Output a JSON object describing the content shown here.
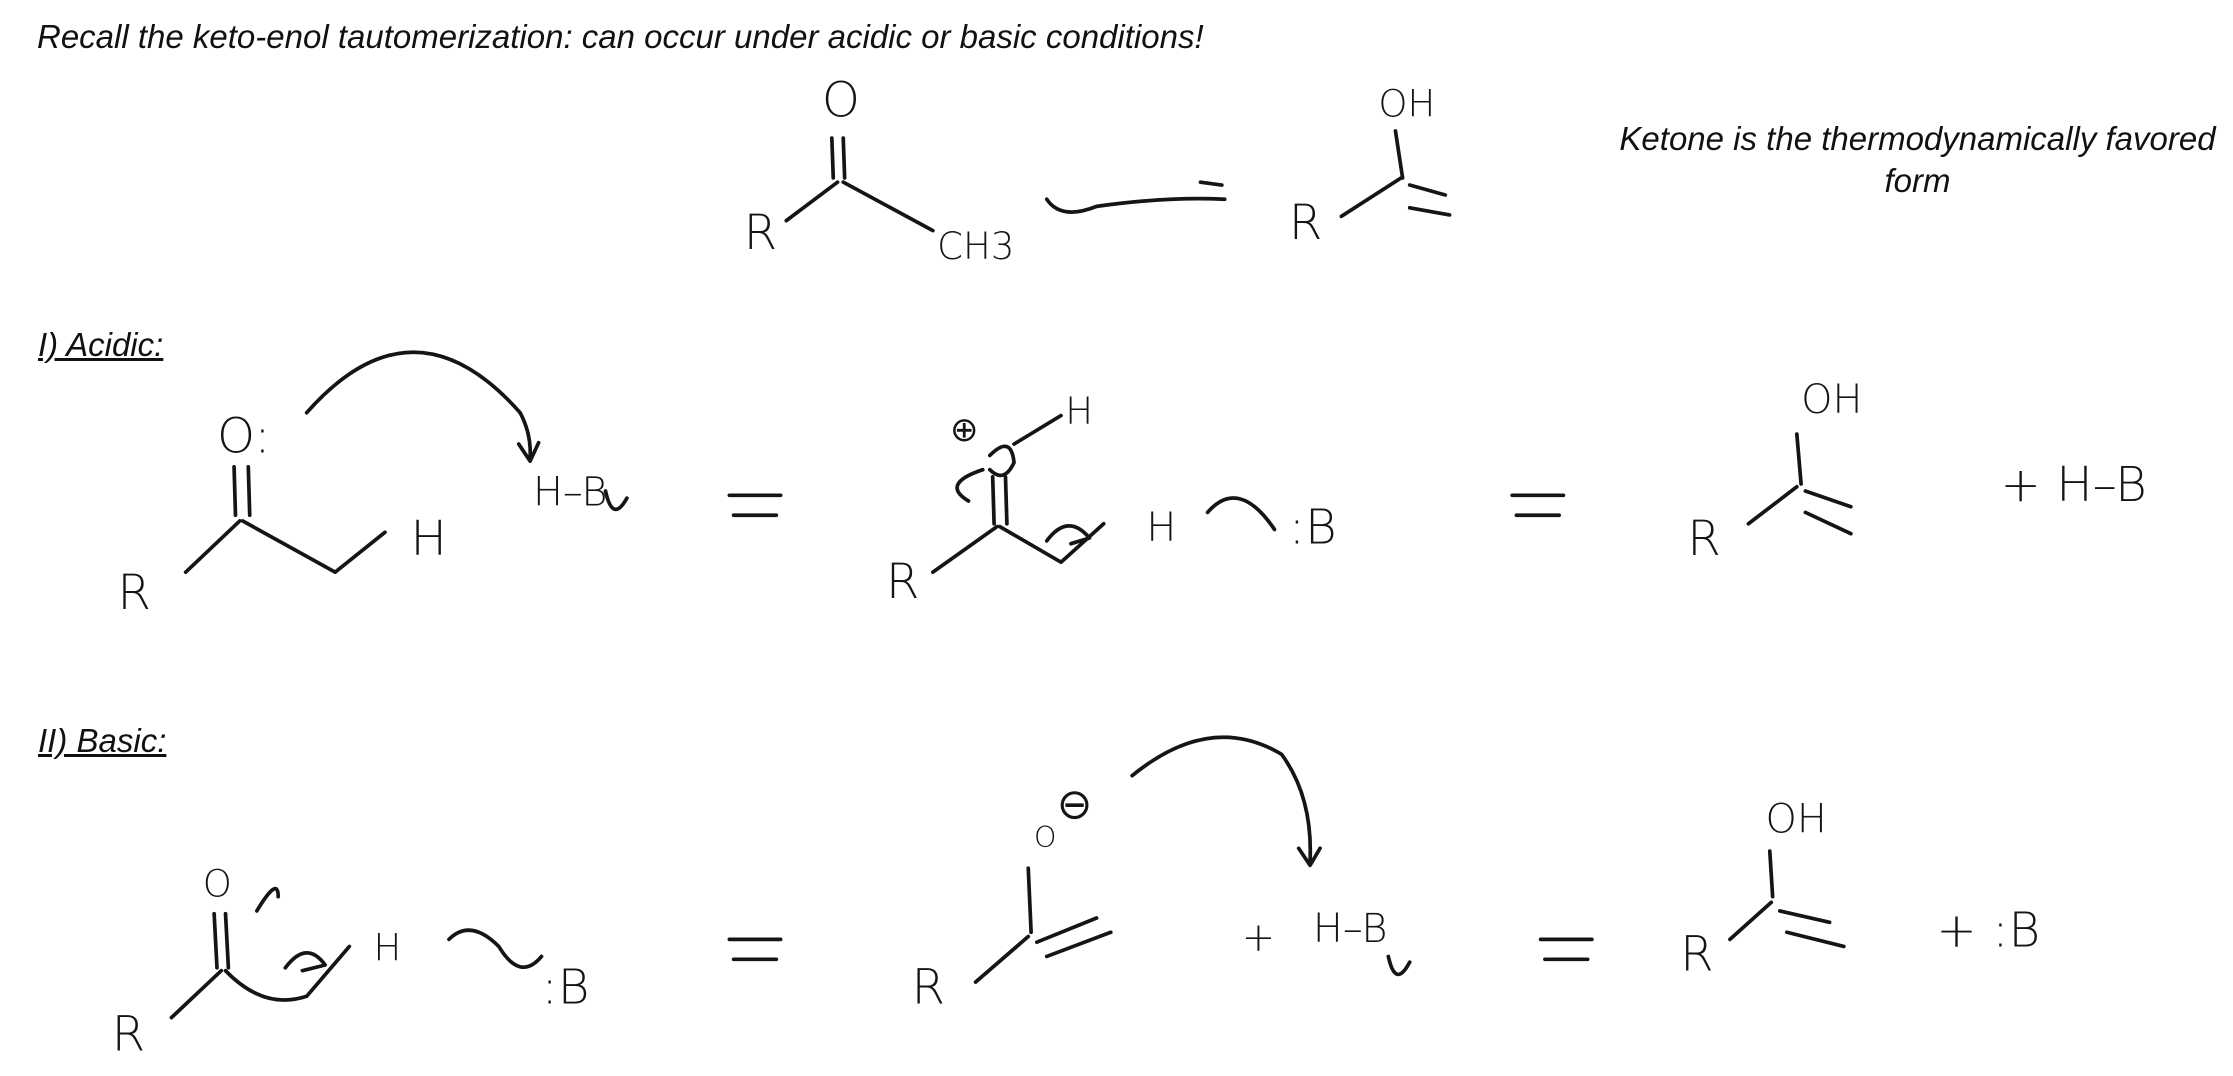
{
  "title": "Recall the keto-enol tautomerization: can occur under acidic or basic conditions!",
  "note": "Ketone is the thermodynamically favored form",
  "sections": {
    "acidic": "I) Acidic:",
    "basic": "II) Basic:"
  },
  "handwriting": {
    "top": {
      "o": "O",
      "r1": "R",
      "ch3": "CH3",
      "oh": "OH",
      "r2": "R"
    },
    "acidic": {
      "o": "O:",
      "r1": "R",
      "h1": "H",
      "hb": "H–B",
      "plus_charge": "⊕",
      "h2": "H",
      "r2": "R",
      "h3": "H",
      "b": ":B",
      "oh": "OH",
      "r3": "R",
      "plus_hb": "+ H–B"
    },
    "basic": {
      "o": "O",
      "r1": "R",
      "h1": "H",
      "b1": ":B",
      "o2": "O",
      "minus_charge": "⊖",
      "r2": "R",
      "plus1": "+",
      "hb": "H–B",
      "oh": "OH",
      "r3": "R",
      "plus_b": "+ :B"
    }
  }
}
